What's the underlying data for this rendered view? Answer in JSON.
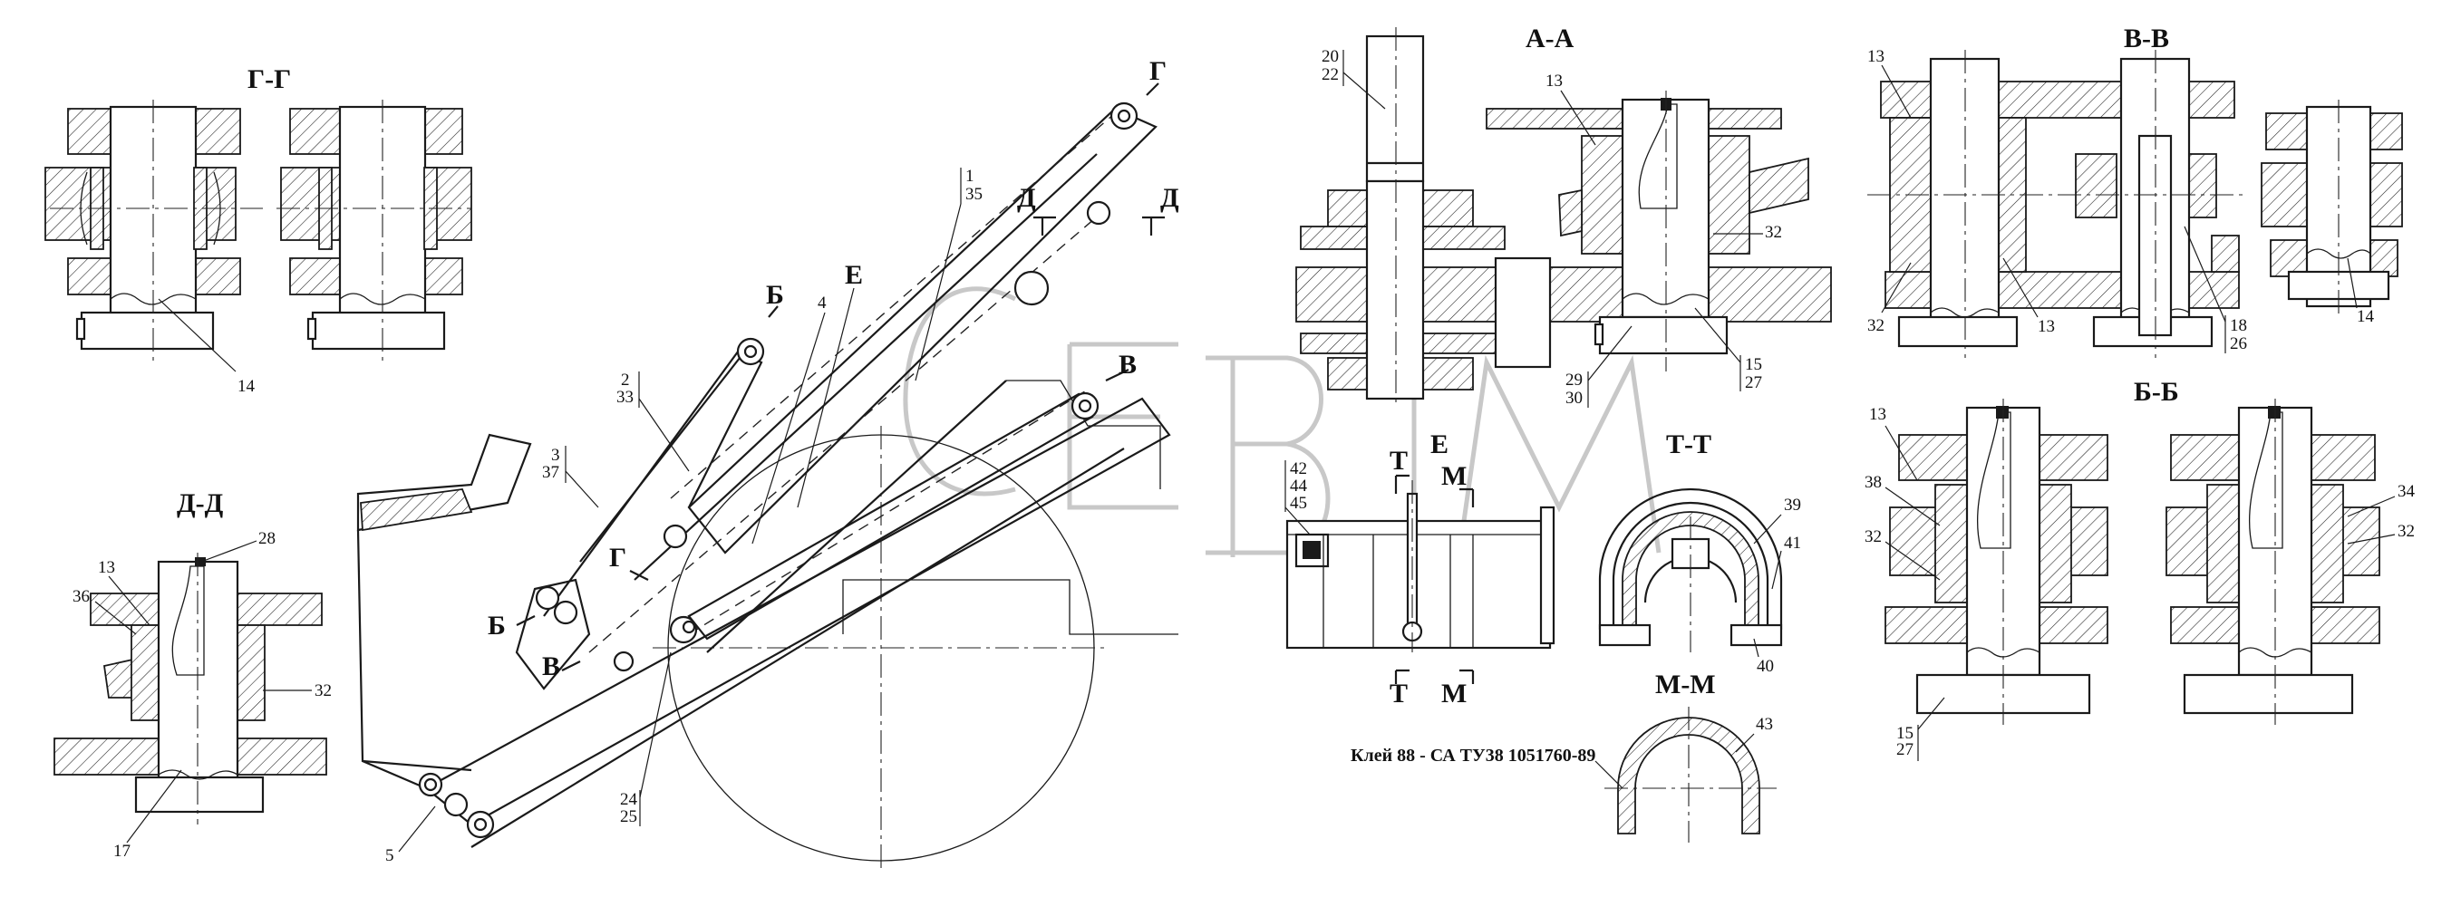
{
  "section_titles": {
    "g_g": "Г-Г",
    "d_d": "Д-Д",
    "a_a": "А-А",
    "v_v": "В-В",
    "b_b": "Б-Б",
    "t_t": "Т-Т",
    "m_m": "М-М",
    "e": "Е"
  },
  "cut_markers": {
    "g": "Г",
    "d": "Д",
    "b": "Б",
    "v": "В",
    "e": "Е",
    "t": "Т",
    "m": "М"
  },
  "note": "Клей 88 - СА ТУ38 1051760-89",
  "labels": {
    "gg_14": "14",
    "dd_28": "28",
    "dd_13": "13",
    "dd_36": "36",
    "dd_32": "32",
    "dd_17": "17",
    "main_1": "1",
    "main_35": "35",
    "main_2": "2",
    "main_33": "33",
    "main_3": "3",
    "main_37": "37",
    "main_4": "4",
    "main_5": "5",
    "main_24": "24",
    "main_25": "25",
    "aa_20": "20",
    "aa_22": "22",
    "aa_13": "13",
    "aa_32": "32",
    "aa_29": "29",
    "aa_30": "30",
    "aa_15": "15",
    "aa_27": "27",
    "e_42": "42",
    "e_44": "44",
    "e_45": "45",
    "tt_39": "39",
    "tt_41": "41",
    "tt_40": "40",
    "mm_43": "43",
    "vv_13a": "13",
    "vv_32": "32",
    "vv_13b": "13",
    "vv_14": "14",
    "vv_18": "18",
    "vv_26": "26",
    "bb_13": "13",
    "bb_38": "38",
    "bb_32a": "32",
    "bb_34": "34",
    "bb_32b": "32",
    "bb_15": "15",
    "bb_27": "27"
  }
}
